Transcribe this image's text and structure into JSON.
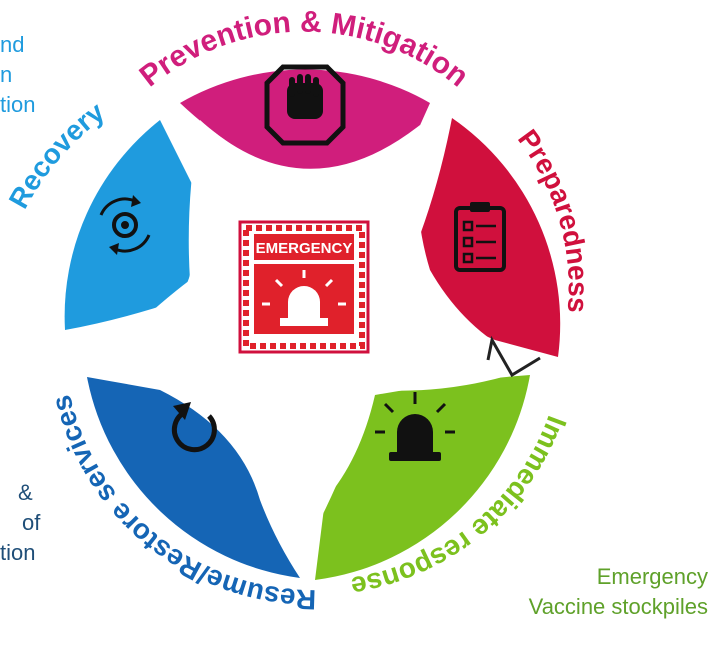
{
  "diagram": {
    "cycle": {
      "segments": [
        {
          "id": "prevention",
          "label": "Prevention & Mitigation",
          "color": "#d01e7c",
          "icon": "stop-hand-icon"
        },
        {
          "id": "preparedness",
          "label": "Preparedness",
          "color": "#d0103d",
          "icon": "checklist-clipboard-icon"
        },
        {
          "id": "response",
          "label": "Immediate response",
          "color": "#7cc11e",
          "icon": "siren-icon"
        },
        {
          "id": "resume",
          "label": "Resume/Restore services",
          "color": "#1565b5",
          "icon": "refresh-arrow-icon"
        },
        {
          "id": "recovery",
          "label": "Recovery",
          "color": "#1f9bde",
          "icon": "gear-cycle-icon"
        }
      ],
      "center": {
        "label": "EMERGENCY",
        "icon": "emergency-siren-sign-icon",
        "color": "#e0212b"
      }
    },
    "left_text": {
      "upper_lines": [
        "nd",
        "n",
        "tion"
      ],
      "upper_color": "#1f9bde",
      "lower_lines": [
        "&",
        "of",
        "tion"
      ],
      "lower_color": "#1f4e78"
    },
    "right_text": {
      "lines": [
        "Emergency",
        "Vaccine stockpiles"
      ],
      "color": "#5fa12a"
    }
  }
}
